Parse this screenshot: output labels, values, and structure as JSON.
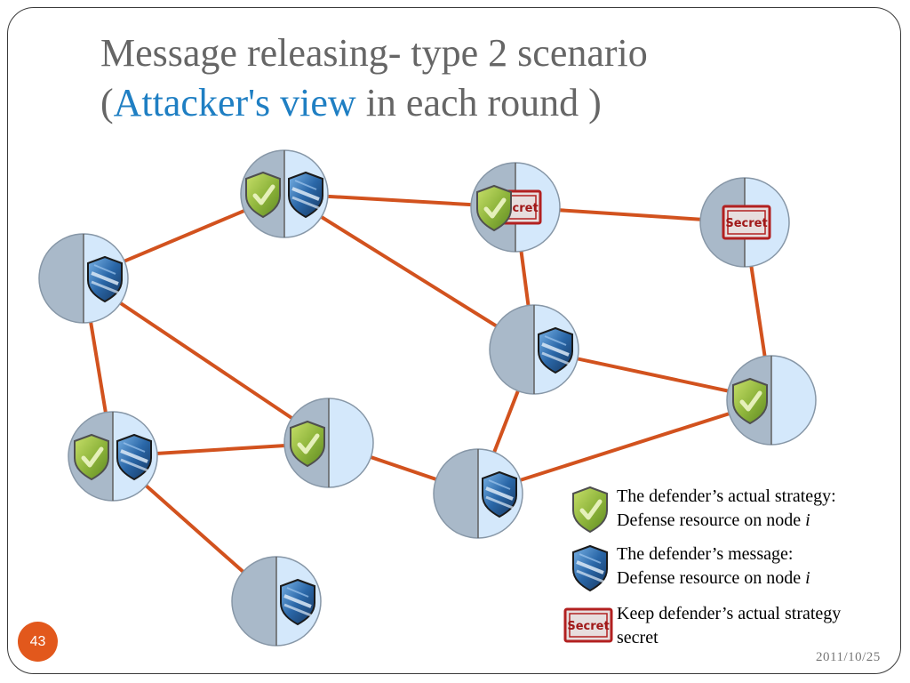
{
  "title": {
    "line1": "Message releasing- type 2 scenario",
    "line2_open": "(",
    "line2_accent": "Attacker's view",
    "line2_rest": " in each round )"
  },
  "colors": {
    "edge": "#d2521e",
    "node_left": "#a9b9c9",
    "node_right": "#d4e8fb",
    "node_stroke": "#8797a7",
    "accent": "#1f7fc3",
    "badge": "#e2581c"
  },
  "icons": {
    "defense": "green-check-shield-icon",
    "message": "blue-shield-icon",
    "secret": "secret-stamp-icon"
  },
  "secret_label": "Secret",
  "nodes": [
    {
      "id": "n1",
      "left": "defense",
      "right": "message"
    },
    {
      "id": "n2",
      "left": "defense",
      "right": "secret"
    },
    {
      "id": "n3",
      "left": "",
      "right": "secret"
    },
    {
      "id": "n4",
      "left": "",
      "right": "message"
    },
    {
      "id": "n5",
      "left": "",
      "right": "message"
    },
    {
      "id": "n6",
      "left": "defense",
      "right": ""
    },
    {
      "id": "n7",
      "left": "defense",
      "right": "message"
    },
    {
      "id": "n8",
      "left": "defense",
      "right": ""
    },
    {
      "id": "n9",
      "left": "",
      "right": "message"
    },
    {
      "id": "n10",
      "left": "",
      "right": "message"
    }
  ],
  "edges": [
    [
      "n1",
      "n2"
    ],
    [
      "n2",
      "n3"
    ],
    [
      "n1",
      "n4"
    ],
    [
      "n1",
      "n5"
    ],
    [
      "n2",
      "n5"
    ],
    [
      "n3",
      "n6"
    ],
    [
      "n4",
      "n8"
    ],
    [
      "n4",
      "n7"
    ],
    [
      "n5",
      "n6"
    ],
    [
      "n5",
      "n9"
    ],
    [
      "n7",
      "n8"
    ],
    [
      "n8",
      "n9"
    ],
    [
      "n6",
      "n9"
    ],
    [
      "n7",
      "n10"
    ]
  ],
  "legend": [
    {
      "icon": "defense",
      "line1": "The defender’s actual strategy:",
      "line2": "Defense resource on node ",
      "italic": "i"
    },
    {
      "icon": "message",
      "line1": "The defender’s message:",
      "line2": "Defense resource on node ",
      "italic": "i"
    },
    {
      "icon": "secret",
      "line1": "Keep defender’s actual strategy",
      "line2": "secret",
      "italic": ""
    }
  ],
  "page_number": "43",
  "date": "2011/10/25"
}
